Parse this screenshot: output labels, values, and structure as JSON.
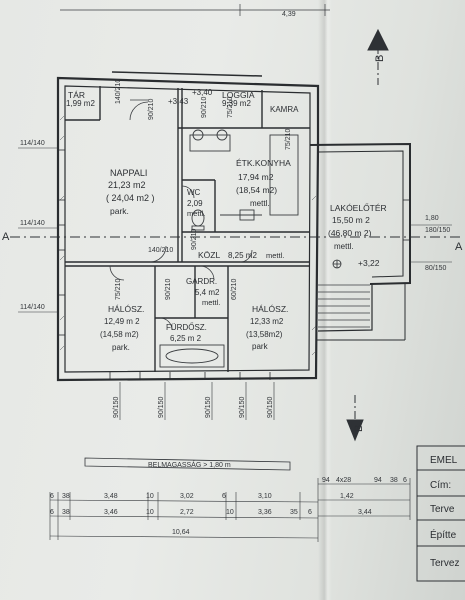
{
  "top_dimension": "4,39",
  "rooms": {
    "tar": {
      "name": "TÁR",
      "area": "1,99 m2"
    },
    "loggia": {
      "name": "LOGGIA",
      "area": "9,39 m2"
    },
    "kamra": {
      "name": "KAMRA"
    },
    "nappali": {
      "name": "NAPPALI",
      "area": "21,23 m2",
      "area_floor": "( 24,04 m2 )",
      "floor": "park."
    },
    "etkonyha": {
      "name": "ÉTK.KONYHA",
      "area": "17,94 m2",
      "area_floor": "(18,54 m2)",
      "floor": "mettl."
    },
    "wc": {
      "name": "WC",
      "area": "2,09",
      "floor": "mettl."
    },
    "kozl": {
      "name": "KÖZL",
      "area": "8,25 m2",
      "floor": "mettl."
    },
    "lakoeloter": {
      "name": "LAKÓELŐTÉR",
      "area": "15,50 m 2",
      "area_floor": "(46,80 m 2)",
      "floor": "mettl."
    },
    "gardrob": {
      "name": "GARDR.",
      "area": "5,4 m2",
      "floor": "mettl."
    },
    "halosz_left": {
      "name": "HÁLÓSZ.",
      "area": "12,49 m 2",
      "area_floor": "(14,58 m2)",
      "floor": "park."
    },
    "halosz_right": {
      "name": "HÁLÓSZ.",
      "area": "12,33 m2",
      "area_floor": "(13,58m2)",
      "floor": "park"
    },
    "furdosz": {
      "name": "FÜRDŐSZ.",
      "area": "6,25 m 2"
    }
  },
  "levels": {
    "loggia": "+3,40",
    "nappali_step": "+3,43",
    "lakoeloter": "+3,22"
  },
  "section_marks": {
    "a": "A",
    "b": "B"
  },
  "window_marks": {
    "left_1": "114/140",
    "left_2": "114/140",
    "left_3": "114/140",
    "right_1": "180/150",
    "right_2": "80/150",
    "dim_1_80": "1,80"
  },
  "door_marks": [
    "140/210",
    "90/210",
    "90/210",
    "75/210",
    "90/210",
    "75/210",
    "140/210",
    "75/210",
    "90/210",
    "60/210"
  ],
  "bottom_window_marks": [
    "90/150",
    "90/150",
    "90/150",
    "90/150",
    "90/150"
  ],
  "room_height": "BELMAGASSÁG > 1,80 m",
  "dimension_rows": {
    "row1": [
      "6",
      "38",
      "3,48",
      "10",
      "3,02",
      "6",
      "3,10"
    ],
    "row2": [
      "6",
      "38",
      "3,46",
      "10",
      "2,72",
      "10",
      "3,36",
      "35",
      "6"
    ],
    "row3_total": "10,64",
    "right_group": [
      "94",
      "4x28",
      "94",
      "38",
      "6"
    ],
    "right_sub": "1,42",
    "right_total": "3,44"
  },
  "title_block": {
    "title": "EMEL",
    "cim": "Cím:",
    "tervezo": "Terve",
    "epitteto": "Építte",
    "tervez2": "Tervez"
  }
}
